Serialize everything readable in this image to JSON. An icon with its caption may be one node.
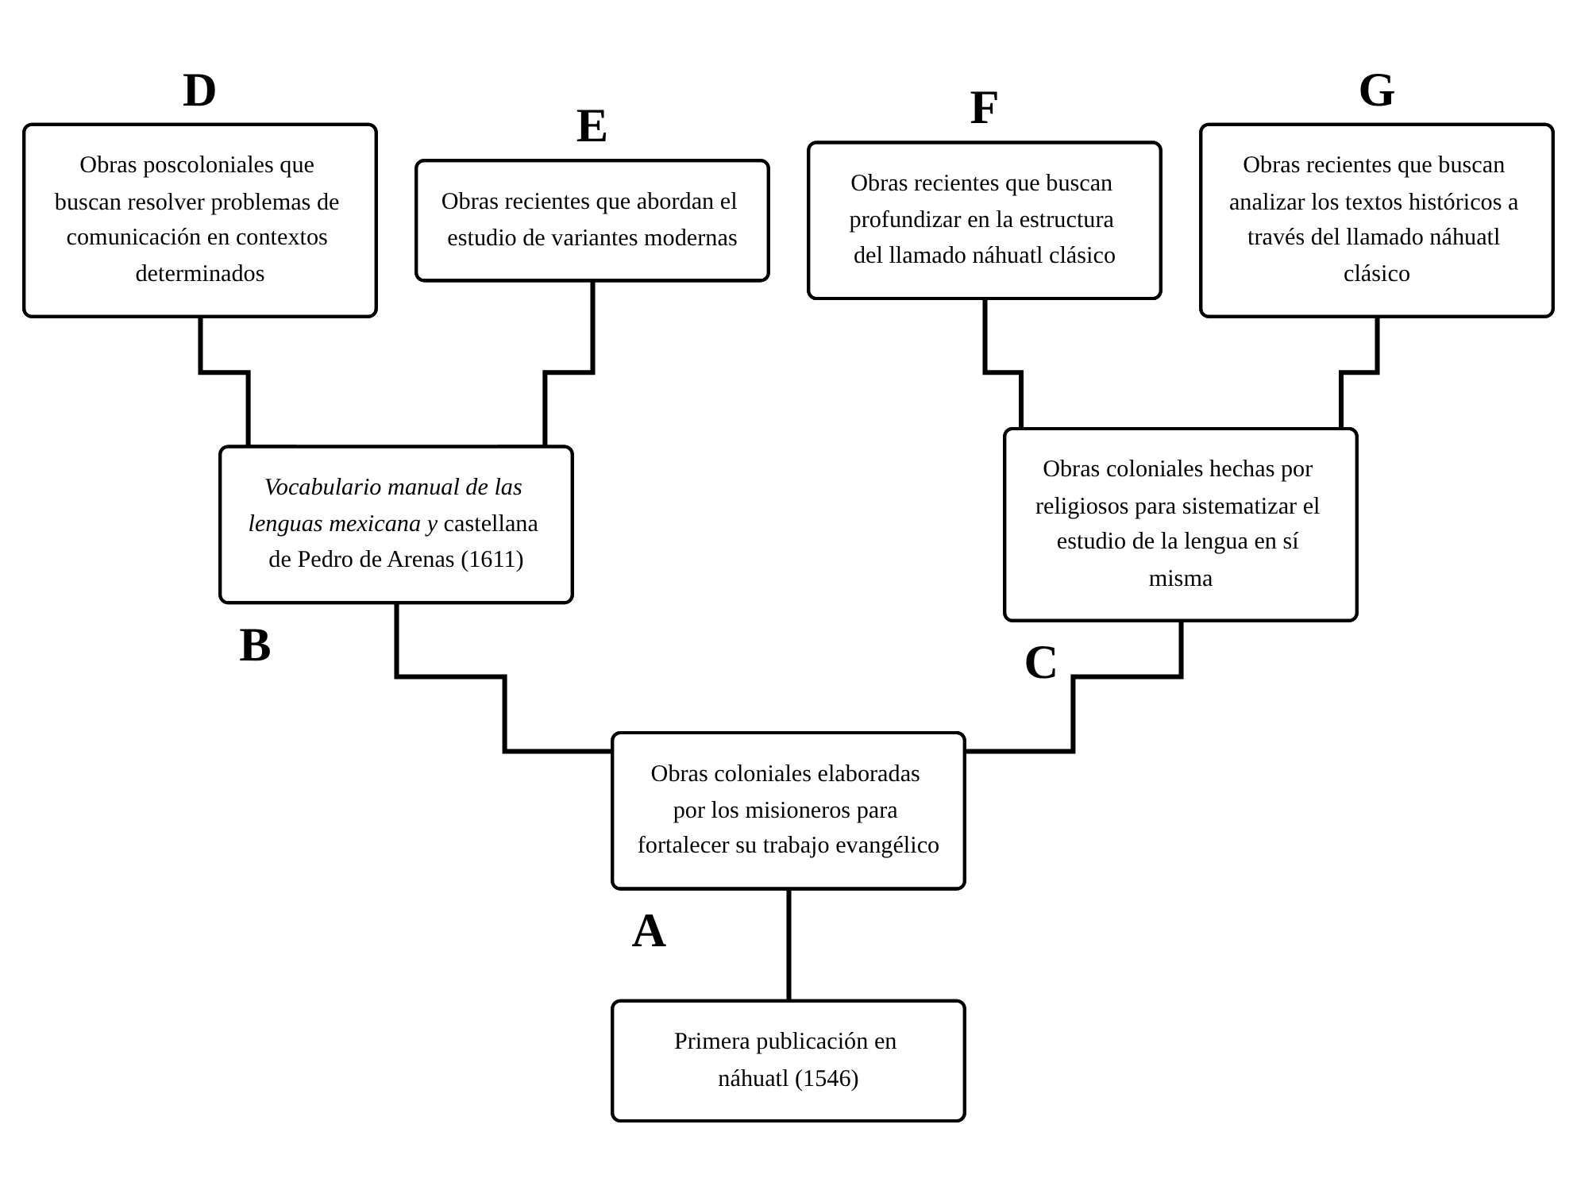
{
  "diagram": {
    "nodes": [
      {
        "text": [
          "Obras poscoloniales que buscan resolver problemas de comunicación en contextos determinados"
        ],
        "beside": [
          "D"
        ]
      },
      {
        "text": [
          "Obras recientes que abordan el estudio de variantes modernas"
        ],
        "beside": [
          "E"
        ]
      },
      {
        "text": [
          "Obras recientes que buscan profundizar en la estructura del llamado náhuatl clásico"
        ],
        "beside": [
          "F"
        ]
      },
      {
        "text": [
          "Obras recientes que buscan analizar los textos históricos a través del llamado náhuatl clásico"
        ],
        "beside": [
          "G"
        ]
      },
      {
        "text": [
          "*Vocabulario manual de las lenguas mexicana y* castellana de Pedro de Arenas (1611)"
        ],
        "beside": [
          "B"
        ]
      },
      {
        "text": [
          "Obras coloniales hechas por religiosos para sistematizar el estudio de la lengua en sí misma"
        ],
        "beside": [
          "C"
        ]
      },
      {
        "text": [
          "Obras coloniales elaboradas por los misioneros para fortalecer su trabajo evangélico"
        ],
        "beside": [
          "A"
        ]
      },
      {
        "text": [
          "Primera publicación en náhuatl (1546)"
        ]
      }
    ],
    "edges": [
      {
        "from": 7,
        "to": 6,
        "arrow": "none"
      },
      {
        "from": 6,
        "to": 4,
        "arrow": "none"
      },
      {
        "from": 6,
        "to": 5,
        "arrow": "none"
      },
      {
        "from": 4,
        "to": 0,
        "arrow": "none"
      },
      {
        "from": 4,
        "to": 1,
        "arrow": "none"
      },
      {
        "from": 5,
        "to": 2,
        "arrow": "none"
      },
      {
        "from": 5,
        "to": 3,
        "arrow": "none"
      }
    ]
  }
}
